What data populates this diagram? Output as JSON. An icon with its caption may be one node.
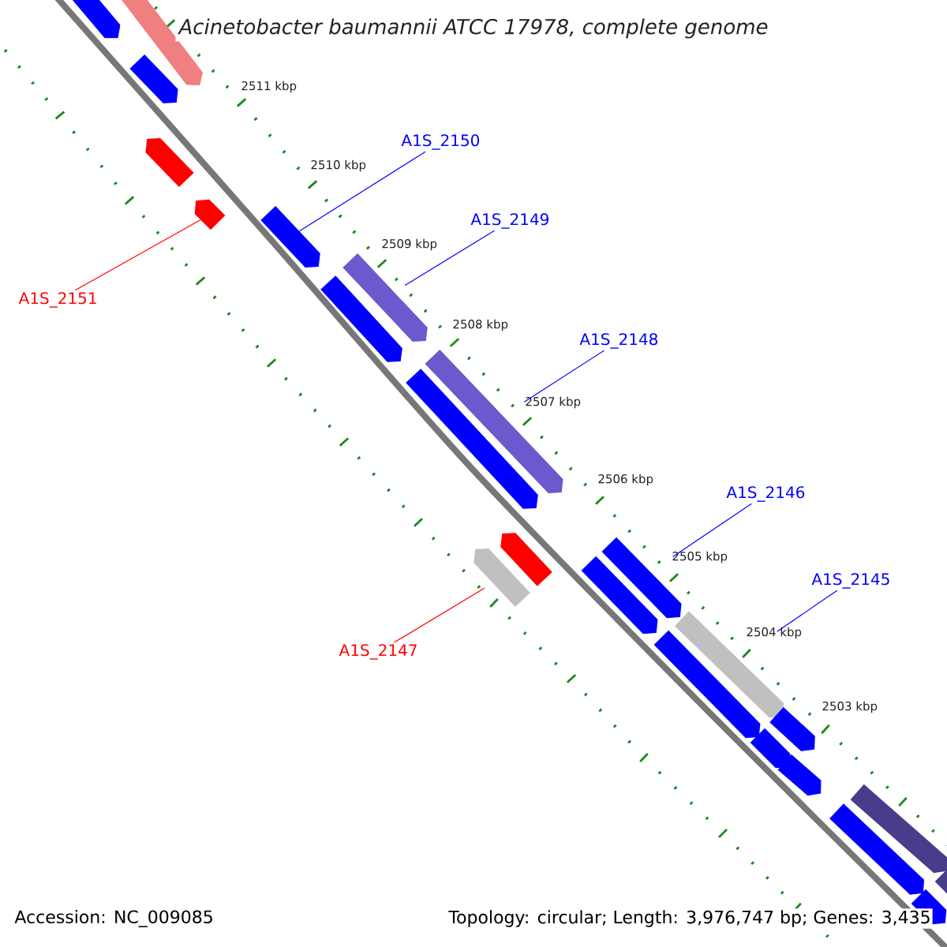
{
  "diagram": {
    "title": "Acinetobacter baumannii ATCC 17978, complete genome",
    "nodes": [
      {
        "text": [
          "A1S_2150"
        ]
      },
      {
        "text": [
          "A1S_2149"
        ]
      },
      {
        "text": [
          "A1S_2148"
        ]
      },
      {
        "text": [
          "A1S_2146"
        ]
      },
      {
        "text": [
          "A1S_2145"
        ]
      },
      {
        "text": [
          "A1S_2151"
        ]
      },
      {
        "text": [
          "A1S_2147"
        ]
      },
      {
        "text": [],
        "shape": "arrow"
      },
      {
        "text": [],
        "shape": "arrow"
      },
      {
        "text": [],
        "shape": "arrow"
      },
      {
        "text": [],
        "shape": "arrow"
      },
      {
        "text": [],
        "shape": "arrow"
      },
      {
        "text": [],
        "shape": "arrow"
      },
      {
        "text": [],
        "shape": "arrow"
      },
      {
        "text": [],
        "shape": "arrow"
      },
      {
        "text": [],
        "shape": "arrow"
      },
      {
        "text": [],
        "shape": "arrow"
      },
      {
        "text": [],
        "shape": "arrow"
      },
      {
        "text": [],
        "shape": "arrow"
      },
      {
        "text": [],
        "shape": "arrow"
      },
      {
        "text": [],
        "shape": "arrow"
      },
      {
        "text": [],
        "shape": "arrow"
      },
      {
        "text": [],
        "shape": "arrow"
      },
      {
        "text": [],
        "shape": "arrow"
      },
      {
        "text": [],
        "shape": "arrow"
      },
      {
        "text": [],
        "shape": "arrow"
      },
      {
        "text": [],
        "shape": "arrow"
      },
      {
        "text": [],
        "shape": "arrow"
      },
      {
        "text": [],
        "shape": "arrow"
      },
      {
        "text": [],
        "shape": "arrow"
      }
    ],
    "edges": [
      {
        "from": 0,
        "to": 12,
        "arrow": "none"
      },
      {
        "from": 1,
        "to": 13,
        "arrow": "none"
      },
      {
        "from": 2,
        "to": 15,
        "arrow": "none"
      },
      {
        "from": 3,
        "to": 19,
        "arrow": "none"
      },
      {
        "from": 4,
        "to": 21,
        "arrow": "none"
      },
      {
        "from": 5,
        "to": 11,
        "arrow": "none",
        "color": "#ff0000"
      },
      {
        "from": 6,
        "to": 18,
        "arrow": "none",
        "color": "#ff0000"
      }
    ],
    "labels": [
      "2511 kbp",
      "2510 kbp",
      "2509 kbp",
      "2508 kbp",
      "2507 kbp",
      "2506 kbp",
      "2505 kbp",
      "2504 kbp",
      "2503 kbp",
      "Accession: NC_009085",
      "Topology: circular; Length: 3,976,747 bp; Genes: 3,435"
    ]
  }
}
